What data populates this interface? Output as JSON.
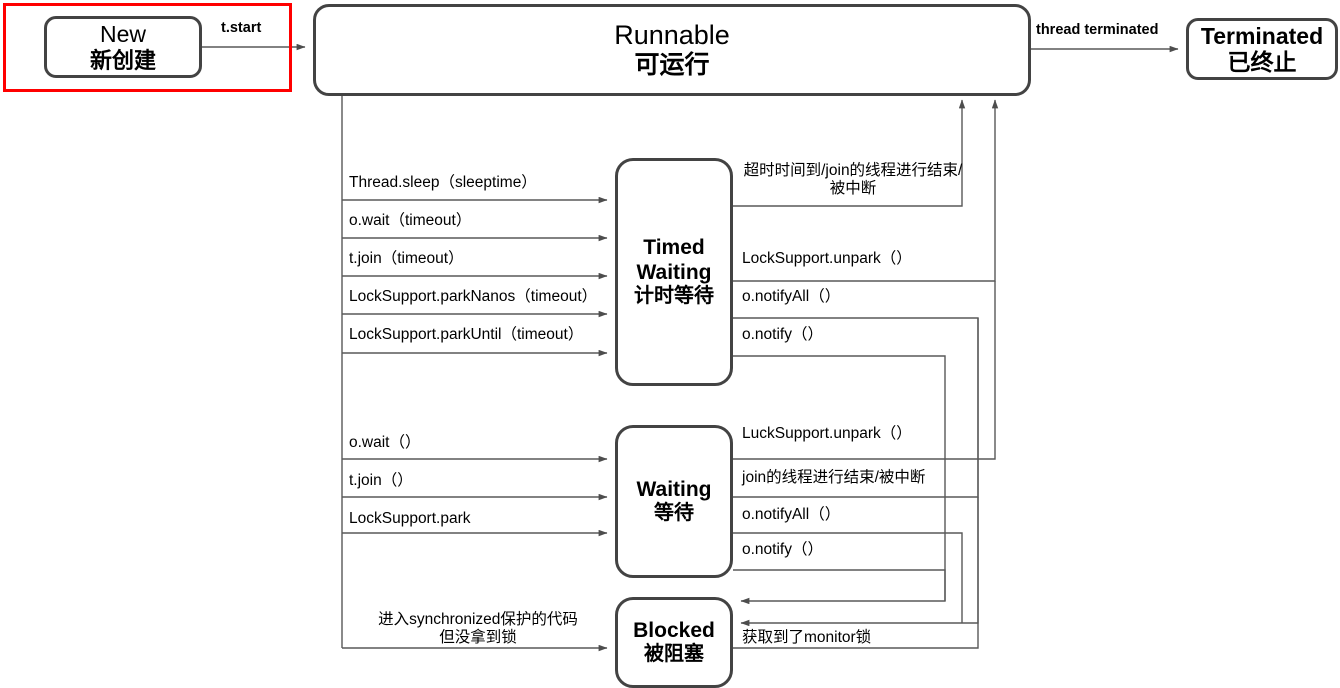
{
  "diagram": {
    "title": "Java Thread State Transition Diagram",
    "colors": {
      "node_border": "#434343",
      "highlight": "#ff0000",
      "line": "#595959",
      "text": "#000000",
      "background": "#ffffff"
    }
  },
  "nodes": {
    "new": {
      "en": "New",
      "zh": "新创建"
    },
    "runnable": {
      "en": "Runnable",
      "zh": "可运行"
    },
    "terminated": {
      "en": "Terminated",
      "zh": "已终止"
    },
    "timed_waiting": {
      "en_line1": "Timed",
      "en_line2": "Waiting",
      "zh": "计时等待"
    },
    "waiting": {
      "en": "Waiting",
      "zh": "等待"
    },
    "blocked": {
      "en": "Blocked",
      "zh": "被阻塞"
    }
  },
  "edge_labels": {
    "t_start": "t.start",
    "thread_terminated": "thread terminated",
    "to_timed": [
      "Thread.sleep（sleeptime）",
      "o.wait（timeout）",
      "t.join（timeout）",
      "LockSupport.parkNanos（timeout）",
      "LockSupport.parkUntil（timeout）"
    ],
    "from_timed": [
      "超时时间到/join的线程进行结束/被中断",
      "LockSupport.unpark（）",
      "o.notifyAll（）",
      "o.notify（）"
    ],
    "to_waiting": [
      "o.wait（）",
      "t.join（）",
      "LockSupport.park"
    ],
    "from_waiting": [
      "LuckSupport.unpark（）",
      "join的线程进行结束/被中断",
      "o.notifyAll（）",
      "o.notify（）"
    ],
    "to_blocked": "进入synchronized保护的代码\n但没拿到锁",
    "to_blocked_line1": "进入synchronized保护的代码",
    "to_blocked_line2": "但没拿到锁",
    "from_blocked": "获取到了monitor锁"
  }
}
